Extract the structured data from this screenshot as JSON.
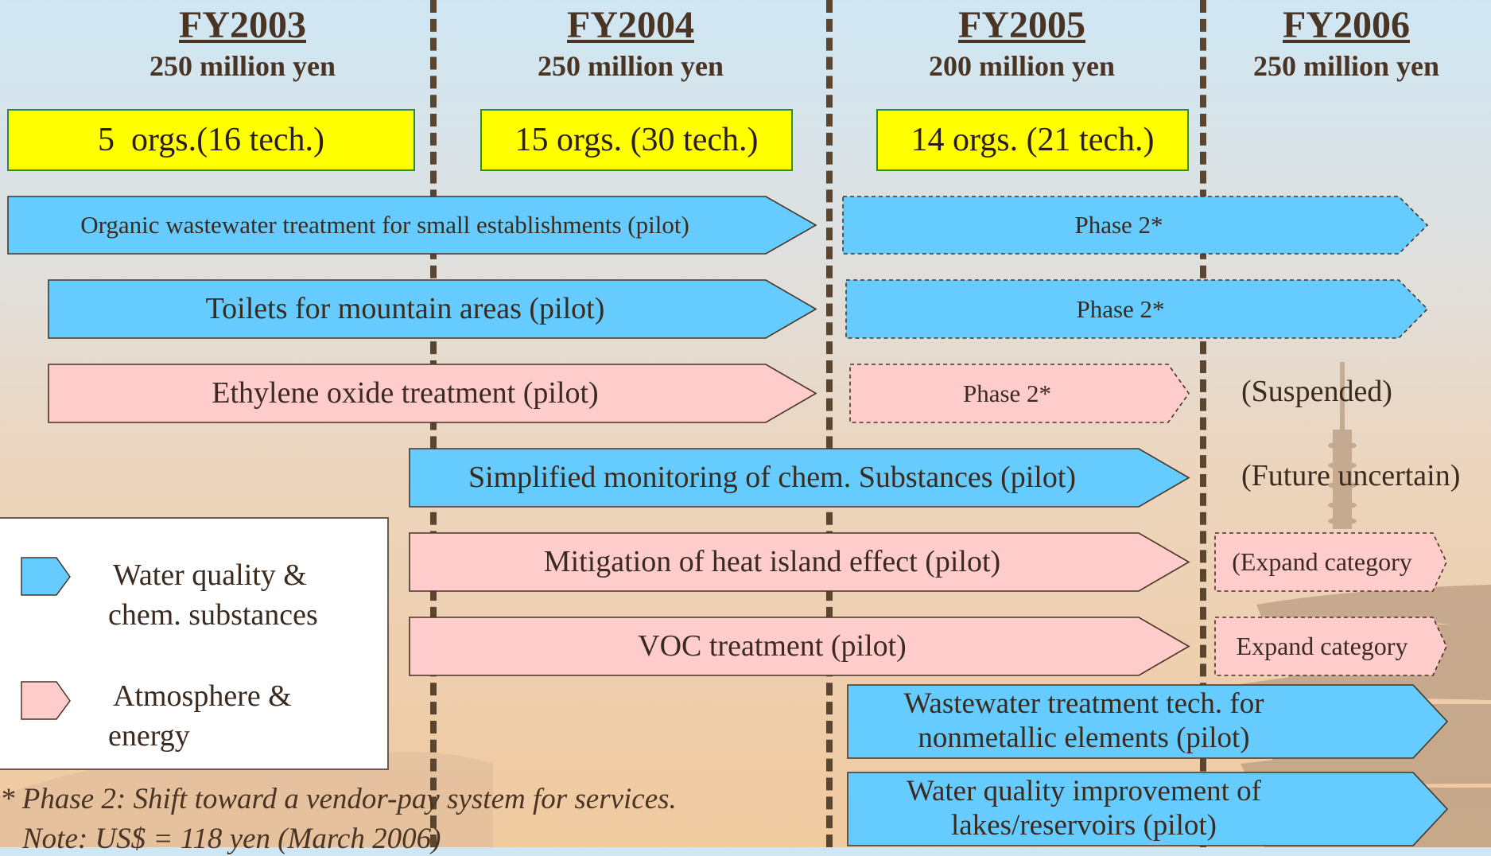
{
  "years": [
    {
      "fy": "FY2003",
      "budget": "250 million yen"
    },
    {
      "fy": "FY2004",
      "budget": "250 million yen"
    },
    {
      "fy": "FY2005",
      "budget": "200 million yen"
    },
    {
      "fy": "FY2006",
      "budget": "250 million yen"
    }
  ],
  "orgs": [
    "5  orgs.(16 tech.)",
    "15 orgs. (30 tech.)",
    "14 orgs. (21 tech.)"
  ],
  "colors": {
    "water": "#66ccff",
    "atmosphere": "#ffcccc",
    "org_box": "#ffff00"
  },
  "tracks": [
    {
      "label": "Organic wastewater treatment for small establishments (pilot)",
      "category": "water",
      "phase2": "Phase 2*"
    },
    {
      "label": "Toilets for mountain areas (pilot)",
      "category": "water",
      "phase2": "Phase 2*"
    },
    {
      "label": "Ethylene oxide treatment (pilot)",
      "category": "atmosphere",
      "phase2": "Phase 2*",
      "note": "(Suspended)"
    },
    {
      "label": "Simplified monitoring of chem. Substances (pilot)",
      "category": "water",
      "note": "(Future uncertain)"
    },
    {
      "label": "Mitigation of heat island effect (pilot)",
      "category": "atmosphere",
      "next": "(Expand category"
    },
    {
      "label": "VOC treatment (pilot)",
      "category": "atmosphere",
      "next": "Expand category"
    },
    {
      "label": "Wastewater treatment tech. for nonmetallic elements (pilot)",
      "category": "water"
    },
    {
      "label": "Water quality improvement of lakes/reservoirs (pilot)",
      "category": "water"
    }
  ],
  "legend": {
    "water_label": "Water quality & chem. substances",
    "atmosphere_label": "Atmosphere & energy"
  },
  "footnotes": {
    "phase2": "* Phase 2: Shift toward a vendor-pay system for services.",
    "note": "Note: US$ = 118 yen (March 2006)"
  }
}
